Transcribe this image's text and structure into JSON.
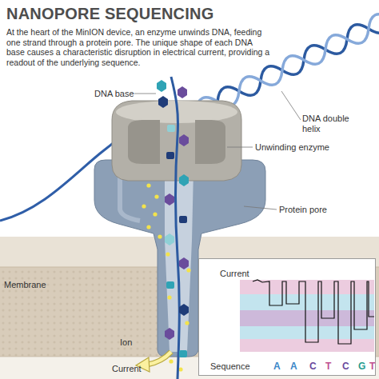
{
  "diagram": {
    "title": "NANOPORE SEQUENCING",
    "caption": "At the heart of the MinION device, an enzyme unwinds DNA, feeding one strand through a protein pore. The unique shape of each DNA base causes a characteristic disruption in electrical current, providing a readout of the underlying sequence.",
    "nodes": [
      {
        "text": [
          "Current",
          "Sequence",
          "A",
          "A",
          "C",
          "T",
          "C",
          "G",
          "T"
        ]
      }
    ],
    "labels": [
      "DNA base",
      "DNA double helix",
      "Unwinding enzyme",
      "Protein pore",
      "Membrane",
      "Ion",
      "Current"
    ]
  }
}
